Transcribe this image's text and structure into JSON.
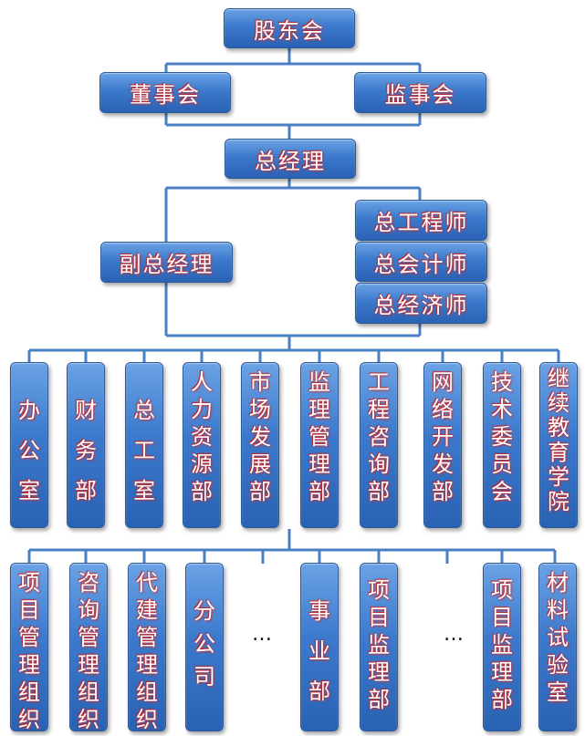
{
  "shareholders": "股东会",
  "board": "董事会",
  "supervisors": "监事会",
  "gm": "总经理",
  "deputy_gm": "副总经理",
  "chief_engineer": "总工程师",
  "chief_accountant": "总会计师",
  "chief_economist": "总经济师",
  "departments": [
    "办公室",
    "财务部",
    "总工室",
    "人力资源部",
    "市场发展部",
    "监理管理部",
    "工程咨询部",
    "网络开发部",
    "技术委员会",
    "继续教育学院"
  ],
  "units": [
    "项目管理组织",
    "咨询管理组织",
    "代建管理组织",
    "分公司",
    "…",
    "事业部",
    "项目监理部",
    "…",
    "项目监理部",
    "材料试验室"
  ]
}
